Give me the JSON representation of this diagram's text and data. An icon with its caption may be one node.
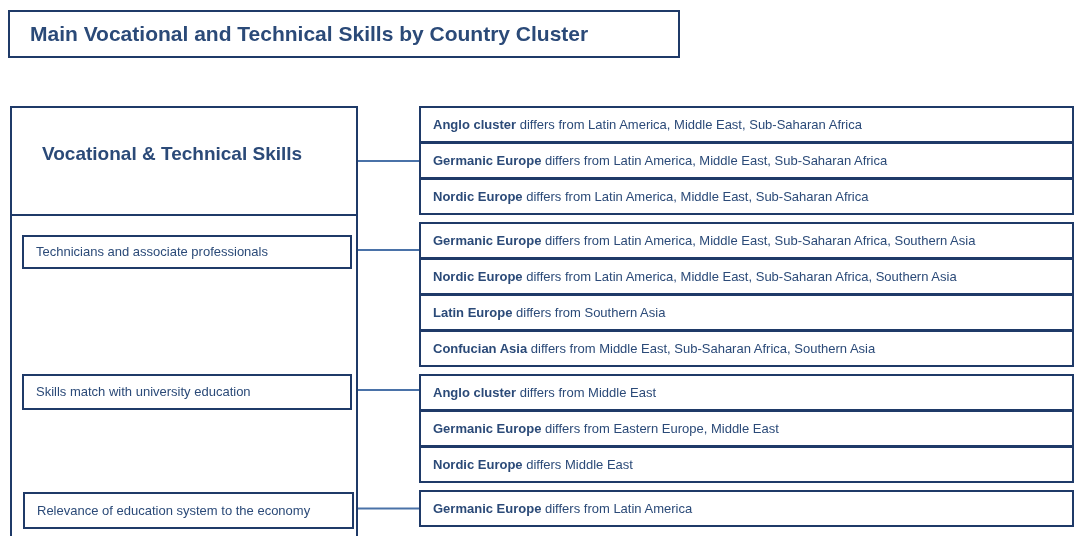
{
  "diagram": {
    "title": "Main Vocational and Technical Skills by Country Cluster",
    "nodes": [
      {
        "text": [
          "Vocational & Technical Skills"
        ]
      },
      {
        "text": [],
        "shape": "box"
      },
      {
        "text": [
          "Technicians and associate professionals"
        ],
        "in": 1
      },
      {
        "text": [
          "Skills match with university education"
        ],
        "in": 1
      },
      {
        "text": [
          "Relevance of education system to the economy"
        ],
        "in": 1
      },
      {
        "text": [],
        "shape": "box"
      },
      {
        "text": [
          "**Anglo cluster** differs from Latin America, Middle East, Sub-Saharan Africa"
        ],
        "in": 5
      },
      {
        "text": [
          "**Germanic Europe** differs from Latin America, Middle East, Sub-Saharan Africa"
        ],
        "in": 5
      },
      {
        "text": [
          "**Nordic Europe** differs from Latin America, Middle East, Sub-Saharan Africa"
        ],
        "in": 5
      },
      {
        "text": [],
        "shape": "box"
      },
      {
        "text": [
          "**Germanic Europe** differs from Latin America, Middle East, Sub-Saharan Africa, Southern Asia"
        ],
        "in": 9
      },
      {
        "text": [
          "**Nordic Europe** differs from Latin America, Middle East, Sub-Saharan Africa, Southern Asia"
        ],
        "in": 9
      },
      {
        "text": [
          "**Latin Europe** differs from Southern Asia"
        ],
        "in": 9
      },
      {
        "text": [
          "**Confucian Asia** differs from Middle East, Sub-Saharan Africa, Southern Asia"
        ],
        "in": 9
      },
      {
        "text": [],
        "shape": "box"
      },
      {
        "text": [
          "**Anglo cluster** differs from Middle East"
        ],
        "in": 14
      },
      {
        "text": [
          "**Germanic Europe** differs from Eastern Europe, Middle East"
        ],
        "in": 14
      },
      {
        "text": [
          "**Nordic Europe** differs Middle East"
        ],
        "in": 14
      },
      {
        "text": [],
        "shape": "box"
      },
      {
        "text": [
          "**Germanic Europe** differs from Latin America"
        ],
        "in": 18
      }
    ],
    "edges": [
      {
        "from": 0,
        "to": 5,
        "arrow": "none"
      },
      {
        "from": 2,
        "to": 9,
        "arrow": "none"
      },
      {
        "from": 3,
        "to": 14,
        "arrow": "none"
      },
      {
        "from": 4,
        "to": 18,
        "arrow": "none"
      }
    ]
  }
}
